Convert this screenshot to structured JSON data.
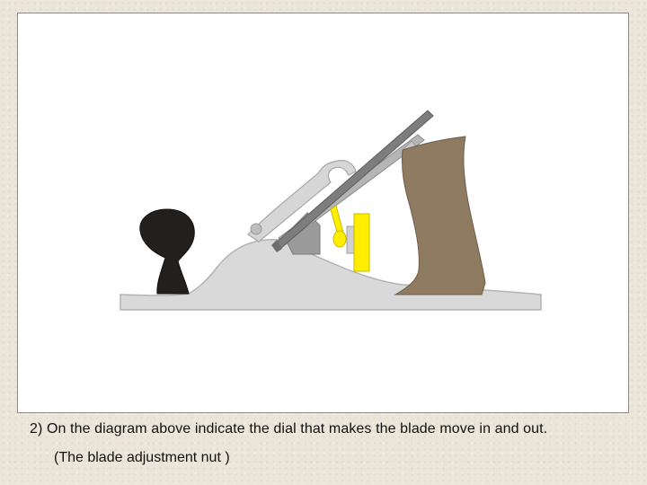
{
  "question": "2) On the diagram above indicate the dial that makes the blade move in and out.",
  "hint": "(The blade adjustment nut )",
  "colors": {
    "background": "#ece6da",
    "body_silver": "#d9d9d9",
    "body_outline": "#b3b3b3",
    "blade": "#8c8c8c",
    "blade_dark": "#6e6e6e",
    "knob": "#231f1c",
    "handle": "#8f7a62",
    "adjuster": "#ffee00"
  },
  "parts": [
    "plane-body",
    "front-knob",
    "rear-handle",
    "blade",
    "cap-iron",
    "lever-cap",
    "frog",
    "blade-adjustment-nut"
  ]
}
